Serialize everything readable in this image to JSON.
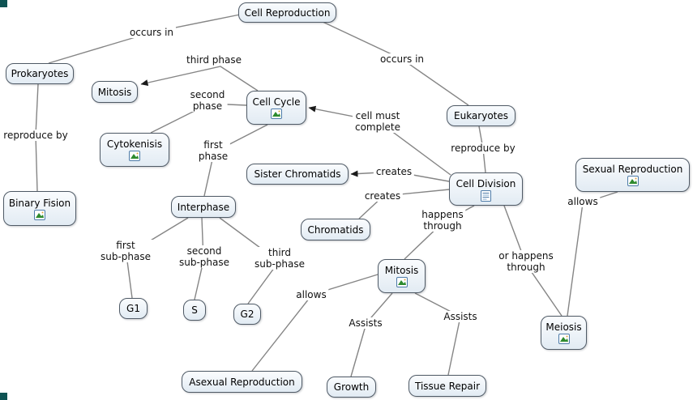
{
  "app": {
    "type": "concept-map",
    "topic": "Cell Reproduction"
  },
  "colors": {
    "background": "#ffffff",
    "node_fill_top": "#fafcfe",
    "node_fill_bottom": "#e2ebf3",
    "node_border": "#4f5a66",
    "line": "#858585",
    "arrow": "#1a1a1a",
    "text": "#000000",
    "corner_mark": "#0e5353"
  },
  "nodes": {
    "cell_reproduction": {
      "label": "Cell Reproduction"
    },
    "prokaryotes": {
      "label": "Prokaryotes"
    },
    "mitosis_phase": {
      "label": "Mitosis"
    },
    "cell_cycle": {
      "label": "Cell Cycle",
      "icon": "image-resource"
    },
    "cytokenisis": {
      "label": "Cytokenisis",
      "icon": "image-resource"
    },
    "eukaryotes": {
      "label": "Eukaryotes"
    },
    "sister_chromatids": {
      "label": "Sister Chromatids"
    },
    "cell_division": {
      "label": "Cell Division",
      "icon": "document-resource"
    },
    "sexual_reproduction": {
      "label": "Sexual Reproduction",
      "icon": "image-resource"
    },
    "binary_fision": {
      "label": "Binary Fision",
      "icon": "image-resource"
    },
    "interphase": {
      "label": "Interphase"
    },
    "chromatids": {
      "label": "Chromatids"
    },
    "mitosis_process": {
      "label": "Mitosis",
      "icon": "image-resource"
    },
    "g1": {
      "label": "G1"
    },
    "s": {
      "label": "S"
    },
    "g2": {
      "label": "G2"
    },
    "meiosis": {
      "label": "Meiosis",
      "icon": "image-resource"
    },
    "asexual_reproduction": {
      "label": "Asexual Reproduction"
    },
    "growth": {
      "label": "Growth"
    },
    "tissue_repair": {
      "label": "Tissue Repair"
    }
  },
  "edge_labels": {
    "occurs_in_left": "occurs in",
    "occurs_in_right": "occurs in",
    "third_phase": "third phase",
    "second_phase": "second\nphase",
    "first_phase": "first\nphase",
    "cell_must_complete": "cell must\ncomplete",
    "reproduce_by_left": "reproduce by",
    "reproduce_by_right": "reproduce by",
    "creates_upper": "creates",
    "creates_lower": "creates",
    "happens_through": "happens\nthrough",
    "or_happens_through": "or happens\nthrough",
    "allows_right": "allows",
    "allows_center": "allows",
    "first_subphase": "first\nsub-phase",
    "second_subphase": "second\nsub-phase",
    "third_subphase": "third\nsub-phase",
    "assists_left": "Assists",
    "assists_right": "Assists"
  },
  "edges": [
    {
      "from": "Cell Reproduction",
      "label": "occurs in",
      "to": "Prokaryotes",
      "arrow": false
    },
    {
      "from": "Cell Reproduction",
      "label": "occurs in",
      "to": "Eukaryotes",
      "arrow": false
    },
    {
      "from": "Cell Cycle",
      "label": "third phase",
      "to": "Mitosis",
      "arrow": true
    },
    {
      "from": "Cell Cycle",
      "label": "second phase",
      "to": "Cytokenisis",
      "arrow": false
    },
    {
      "from": "Cell Cycle",
      "label": "first phase",
      "to": "Interphase",
      "arrow": false
    },
    {
      "from": "Cell Division",
      "label": "cell must complete",
      "to": "Cell Cycle",
      "arrow": true
    },
    {
      "from": "Prokaryotes",
      "label": "reproduce by",
      "to": "Binary Fision",
      "arrow": false
    },
    {
      "from": "Eukaryotes",
      "label": "reproduce by",
      "to": "Cell Division",
      "arrow": false
    },
    {
      "from": "Cell Division",
      "label": "creates",
      "to": "Sister Chromatids",
      "arrow": true
    },
    {
      "from": "Cell Division",
      "label": "creates",
      "to": "Chromatids",
      "arrow": false
    },
    {
      "from": "Cell Division",
      "label": "happens through",
      "to": "Mitosis",
      "arrow": false
    },
    {
      "from": "Cell Division",
      "label": "or happens through",
      "to": "Meiosis",
      "arrow": false
    },
    {
      "from": "Sexual Reproduction",
      "label": "allows",
      "to": "Meiosis",
      "arrow": false
    },
    {
      "from": "Interphase",
      "label": "first sub-phase",
      "to": "G1",
      "arrow": false
    },
    {
      "from": "Interphase",
      "label": "second sub-phase",
      "to": "S",
      "arrow": false
    },
    {
      "from": "Interphase",
      "label": "third sub-phase",
      "to": "G2",
      "arrow": false
    },
    {
      "from": "Mitosis",
      "label": "allows",
      "to": "Asexual Reproduction",
      "arrow": false
    },
    {
      "from": "Mitosis",
      "label": "Assists",
      "to": "Growth",
      "arrow": false
    },
    {
      "from": "Mitosis",
      "label": "Assists",
      "to": "Tissue Repair",
      "arrow": false
    }
  ]
}
